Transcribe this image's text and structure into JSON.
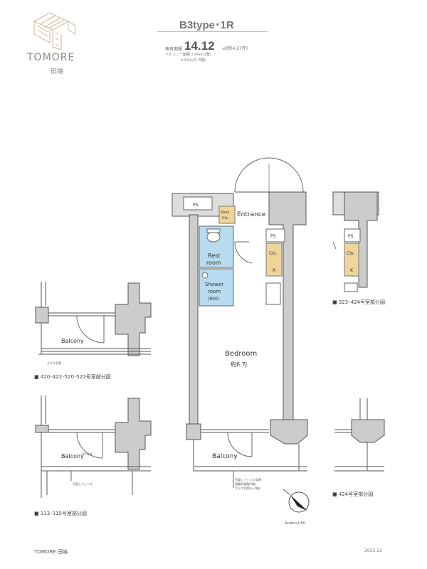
{
  "header": {
    "brand": "TOMORE",
    "brand_sub": "田端",
    "title": "B3type･1R",
    "area_label": "専有面積",
    "area_value": "14.12",
    "area_unit": "㎡(約4.27坪)",
    "balcony_area_1": "バルコニー面積 2.99㎡(1階)",
    "balcony_area_2": "4.44㎡(2~5階)"
  },
  "rooms": {
    "ps": "PS",
    "shoe_clo_1": "Shoe",
    "shoe_clo_2": "Clo.",
    "entrance": "Entrance",
    "restroom_1": "Rest",
    "restroom_2": "room",
    "shower_1": "Shower",
    "shower_2": "room",
    "shower_3": "(900)",
    "clo": "Clo.",
    "r": "R",
    "bedroom": "Bedroom",
    "bedroom_size": "約6.7J",
    "balcony": "Balcony",
    "k": "K"
  },
  "captions": {
    "variant_a": "■ 420･422･520･522号室部分図",
    "variant_b": "■ 113･115号室部分図",
    "variant_c": "■ 323･424号室部分図",
    "variant_d": "■ 424号室部分図"
  },
  "notes": {
    "note_a": "ガラス手摺",
    "note_b1": "目隠しフェンス(1階)",
    "note_b2": "避難用通路(2階)",
    "note_b3": "ガラス手摺(3~5階)",
    "note_c": "目隠しフェンス",
    "note_d": "115号室"
  },
  "scale": "Scale≒1/50",
  "footer": {
    "left": "TOMORE 田端",
    "right": "2025.12"
  }
}
